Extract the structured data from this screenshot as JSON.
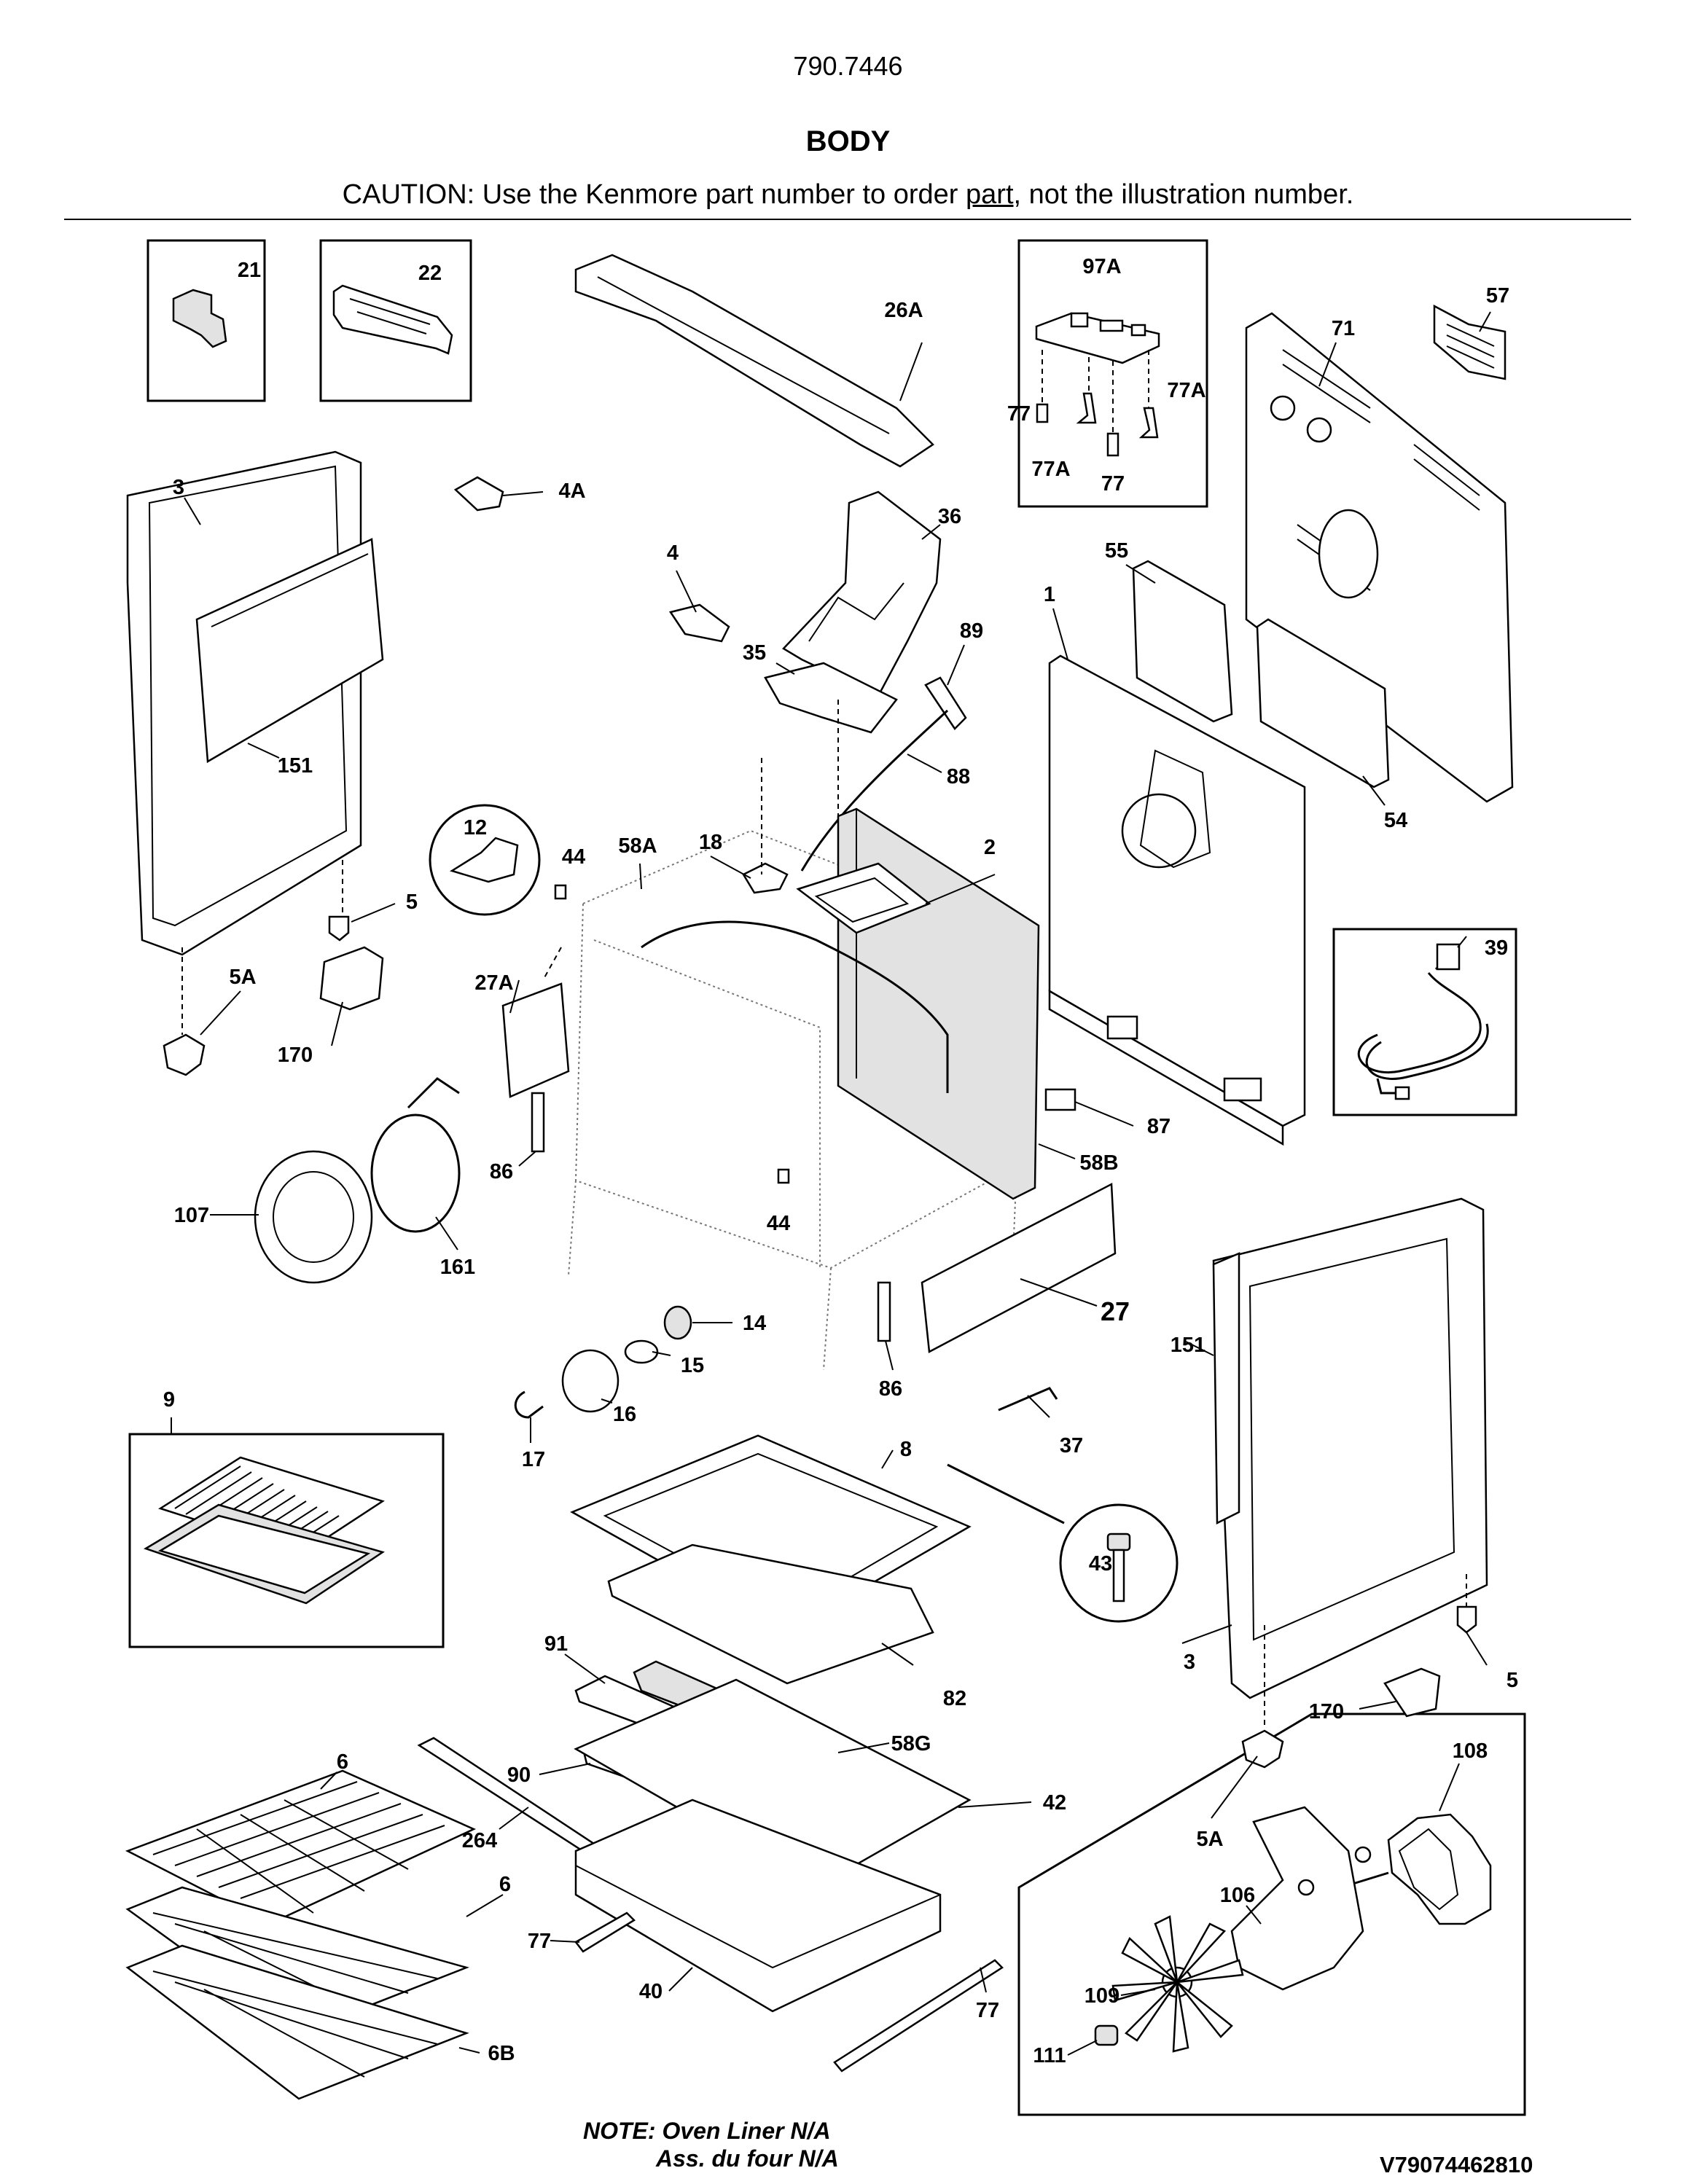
{
  "header": {
    "model": "790.7446",
    "title": "BODY",
    "caution_before": "CAUTION: Use the Kenmore part number to order ",
    "caution_link": "part",
    "caution_after": ", not the illustration number."
  },
  "parts": {
    "p21": "21",
    "p22": "22",
    "p26A": "26A",
    "p97A": "97A",
    "p57": "57",
    "p71": "71",
    "p77a": "77",
    "p77Aa": "77A",
    "p77Ab": "77A",
    "p77b": "77",
    "p3a": "3",
    "p4A": "4A",
    "p36": "36",
    "p4": "4",
    "p55": "55",
    "p1": "1",
    "p35": "35",
    "p89": "89",
    "p88": "88",
    "p151a": "151",
    "p54": "54",
    "p12": "12",
    "p44a": "44",
    "p18": "18",
    "p58A": "58A",
    "p2": "2",
    "p39": "39",
    "p5a": "5",
    "p27A": "27A",
    "p5Aa": "5A",
    "p170a": "170",
    "p87": "87",
    "p86a": "86",
    "p58B": "58B",
    "p107": "107",
    "p161": "161",
    "p44b": "44",
    "p27": "27",
    "p151b": "151",
    "p14": "14",
    "p15": "15",
    "p86b": "86",
    "p16": "16",
    "p9": "9",
    "p17": "17",
    "p37": "37",
    "p8": "8",
    "p43": "43",
    "p3b": "3",
    "p5b": "5",
    "p91": "91",
    "p82": "82",
    "p170b": "170",
    "p108": "108",
    "p6a": "6",
    "p58G": "58G",
    "p90": "90",
    "p42": "42",
    "p5Ab": "5A",
    "p264": "264",
    "p106": "106",
    "p6b": "6",
    "p77c": "77",
    "p109": "109",
    "p40": "40",
    "p77d": "77",
    "p6B": "6B",
    "p111": "111"
  },
  "note": {
    "line1": "NOTE: Oven Liner N/A",
    "line2": "Ass. du four N/A"
  },
  "diagram_code": "V79074462810"
}
